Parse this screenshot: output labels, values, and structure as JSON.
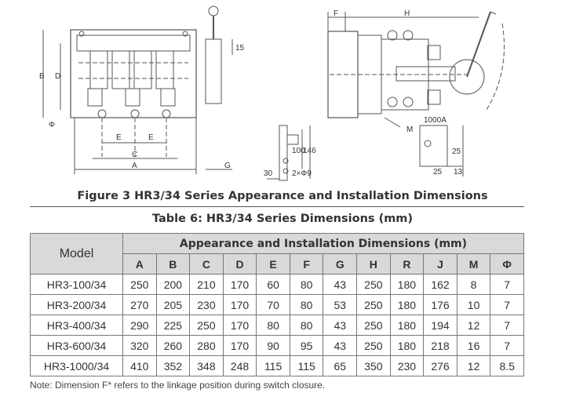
{
  "drawing": {
    "front_labels": {
      "B": "B",
      "D": "D",
      "E1": "E",
      "E2": "E",
      "C": "C",
      "A": "A",
      "G": "G",
      "phi": "Φ",
      "dim15": "15"
    },
    "side_labels": {
      "F": "F",
      "H": "H",
      "M": "M",
      "label_1000A": "1000A",
      "dim25a": "25",
      "dim25b": "25",
      "dim13": "13"
    },
    "bracket_labels": {
      "dim100": "100",
      "dim146": "146",
      "dim30": "30",
      "holes": "2×Φ9"
    }
  },
  "figure_caption": "Figure 3 HR3/34 Series Appearance and Installation Dimensions",
  "table_caption": "Table 6: HR3/34 Series Dimensions (mm)",
  "table": {
    "model_header": "Model",
    "group_header": "Appearance and Installation Dimensions (mm)",
    "columns": [
      "A",
      "B",
      "C",
      "D",
      "E",
      "F",
      "G",
      "H",
      "R",
      "J",
      "M",
      "Φ"
    ],
    "rows": [
      [
        "HR3-100/34",
        "250",
        "200",
        "210",
        "170",
        "60",
        "80",
        "43",
        "250",
        "180",
        "162",
        "8",
        "7"
      ],
      [
        "HR3-200/34",
        "270",
        "205",
        "230",
        "170",
        "70",
        "80",
        "53",
        "250",
        "180",
        "176",
        "10",
        "7"
      ],
      [
        "HR3-400/34",
        "290",
        "225",
        "250",
        "170",
        "80",
        "80",
        "43",
        "250",
        "180",
        "194",
        "12",
        "7"
      ],
      [
        "HR3-600/34",
        "320",
        "260",
        "280",
        "170",
        "90",
        "95",
        "43",
        "250",
        "180",
        "218",
        "16",
        "7"
      ],
      [
        "HR3-1000/34",
        "410",
        "352",
        "348",
        "248",
        "115",
        "115",
        "65",
        "350",
        "230",
        "276",
        "12",
        "8.5"
      ]
    ]
  },
  "note": "Note: Dimension F* refers to the linkage position during switch closure."
}
